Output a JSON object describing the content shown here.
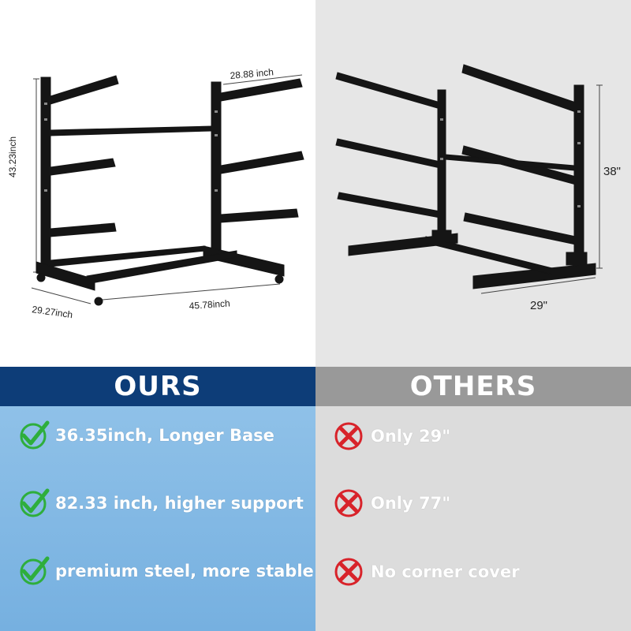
{
  "ours": {
    "header": "OURS",
    "dimensions": {
      "height": "43.23inch",
      "arm": "28.88 inch",
      "depth": "29.27inch",
      "width": "45.78inch"
    },
    "features": [
      {
        "icon": "check-icon",
        "text": "36.35inch, Longer Base"
      },
      {
        "icon": "check-icon",
        "text": "82.33 inch, higher support"
      },
      {
        "icon": "check-icon",
        "text": "premium steel, more stable"
      }
    ]
  },
  "others": {
    "header": "OTHERS",
    "dimensions": {
      "height": "38\"",
      "base": "29\""
    },
    "features": [
      {
        "icon": "cross-icon",
        "text": "Only 29\""
      },
      {
        "icon": "cross-icon",
        "text": "Only 77\""
      },
      {
        "icon": "cross-icon",
        "text": "No corner cover"
      }
    ]
  },
  "colors": {
    "ours_header": "#0d3d78",
    "others_header": "#999999",
    "ours_body": "#7fb6e3",
    "others_body": "#dcdcdc",
    "check": "#2eae3c",
    "cross": "#d8232a"
  }
}
